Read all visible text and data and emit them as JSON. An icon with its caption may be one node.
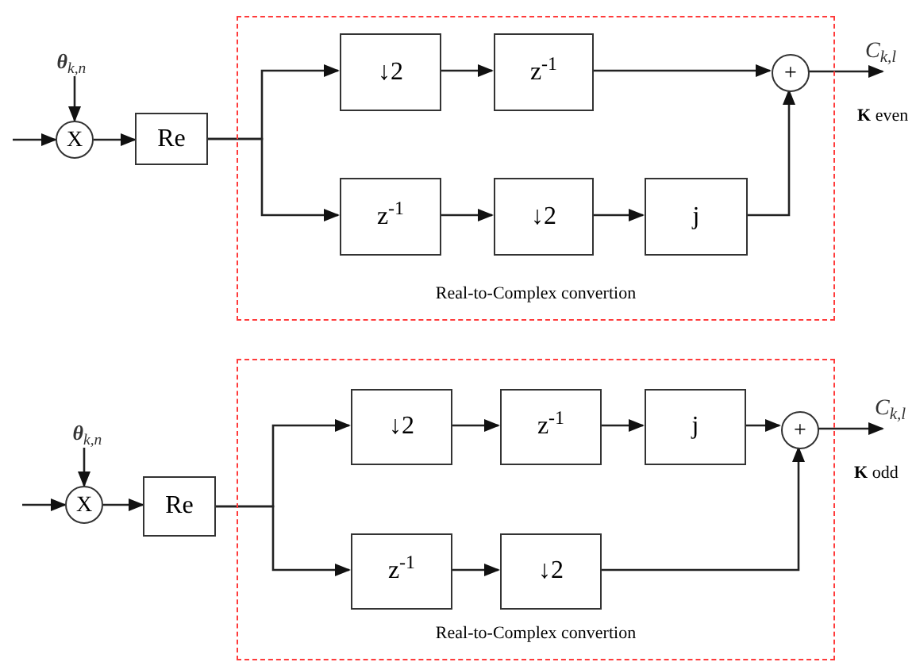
{
  "diagram": {
    "nodes": [
      {
        "text": [
          "Real-to-Complex convertion"
        ]
      },
      {
        "text": [
          "**θ**$_{k,n}$"
        ]
      },
      {
        "text": [
          "X"
        ]
      },
      {
        "text": [
          "Re"
        ]
      },
      {
        "text": [
          "↓2"
        ],
        "in": 0
      },
      {
        "text": [
          "z$^{-1}$"
        ],
        "in": 0
      },
      {
        "text": [
          "+"
        ],
        "in": 0
      },
      {
        "text": [
          "z$^{-1}$"
        ],
        "in": 0
      },
      {
        "text": [
          "↓2"
        ],
        "in": 0
      },
      {
        "text": [
          "j"
        ],
        "in": 0
      },
      {
        "text": [
          "Real-to-Complex convertion"
        ]
      },
      {
        "text": [
          "**θ**$_{k,n}$"
        ]
      },
      {
        "text": [
          "X"
        ]
      },
      {
        "text": [
          "Re"
        ]
      },
      {
        "text": [
          "↓2"
        ],
        "in": 10
      },
      {
        "text": [
          "z$^{-1}$"
        ],
        "in": 10
      },
      {
        "text": [
          "j"
        ],
        "in": 10
      },
      {
        "text": [
          "+"
        ],
        "in": 10
      },
      {
        "text": [
          "z$^{-1}$"
        ],
        "in": 10
      },
      {
        "text": [
          "↓2"
        ],
        "in": 10
      }
    ],
    "edges": [
      {
        "from": null,
        "to": 2,
        "arrow": "to"
      },
      {
        "from": 1,
        "to": 2,
        "arrow": "to"
      },
      {
        "from": 2,
        "to": 3,
        "arrow": "to"
      },
      {
        "from": 3,
        "to": 4,
        "arrow": "to"
      },
      {
        "from": 3,
        "to": 7,
        "arrow": "to"
      },
      {
        "from": 4,
        "to": 5,
        "arrow": "to"
      },
      {
        "from": 5,
        "to": 6,
        "arrow": "to"
      },
      {
        "from": 7,
        "to": 8,
        "arrow": "to"
      },
      {
        "from": 8,
        "to": 9,
        "arrow": "to"
      },
      {
        "from": 9,
        "to": 6,
        "arrow": "to"
      },
      {
        "from": 6,
        "to": null,
        "arrow": "to",
        "label": "C$_{k,l}$"
      },
      {
        "from": null,
        "to": 12,
        "arrow": "to"
      },
      {
        "from": 11,
        "to": 12,
        "arrow": "to"
      },
      {
        "from": 12,
        "to": 13,
        "arrow": "to"
      },
      {
        "from": 13,
        "to": 14,
        "arrow": "to"
      },
      {
        "from": 13,
        "to": 18,
        "arrow": "to"
      },
      {
        "from": 14,
        "to": 15,
        "arrow": "to"
      },
      {
        "from": 15,
        "to": 16,
        "arrow": "to"
      },
      {
        "from": 16,
        "to": 17,
        "arrow": "to"
      },
      {
        "from": 18,
        "to": 19,
        "arrow": "to"
      },
      {
        "from": 19,
        "to": 17,
        "arrow": "to"
      },
      {
        "from": 17,
        "to": null,
        "arrow": "to",
        "label": "C$_{k,l}$"
      }
    ],
    "labels": [
      "**K** even",
      "**K** odd"
    ]
  }
}
